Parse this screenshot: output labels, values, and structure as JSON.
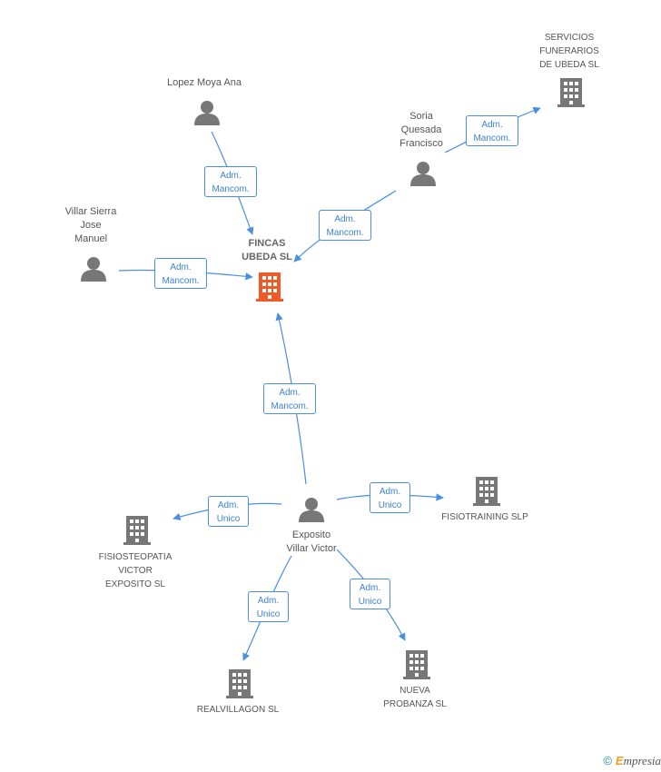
{
  "nodes": {
    "fincas": {
      "lines": [
        "FINCAS",
        "UBEDA SL"
      ]
    },
    "lopez": {
      "lines": [
        "Lopez Moya Ana"
      ]
    },
    "villar": {
      "lines": [
        "Villar Sierra",
        "Jose",
        "Manuel"
      ]
    },
    "soria": {
      "lines": [
        "Soria",
        "Quesada",
        "Francisco"
      ]
    },
    "servicios": {
      "lines": [
        "SERVICIOS",
        "FUNERARIOS",
        "DE UBEDA SL"
      ]
    },
    "exposito": {
      "lines": [
        "Exposito",
        "Villar Victor"
      ]
    },
    "fisiotraining": {
      "lines": [
        "FISIOTRAINING SLP"
      ]
    },
    "fisiosteopatia": {
      "lines": [
        "FISIOSTEOPATIA",
        "VICTOR",
        "EXPOSITO SL"
      ]
    },
    "realvillagon": {
      "lines": [
        "REALVILLAGON SL"
      ]
    },
    "nueva": {
      "lines": [
        "NUEVA",
        "PROBANZA SL"
      ]
    }
  },
  "edges": {
    "lopez_fincas": {
      "l1": "Adm.",
      "l2": "Mancom."
    },
    "villar_fincas": {
      "l1": "Adm.",
      "l2": "Mancom."
    },
    "soria_fincas": {
      "l1": "Adm.",
      "l2": "Mancom."
    },
    "soria_servicios": {
      "l1": "Adm.",
      "l2": "Mancom."
    },
    "exposito_fincas": {
      "l1": "Adm.",
      "l2": "Mancom."
    },
    "exposito_fisiotraining": {
      "l1": "Adm.",
      "l2": "Unico"
    },
    "exposito_fisiosteopatia": {
      "l1": "Adm.",
      "l2": "Unico"
    },
    "exposito_realvillagon": {
      "l1": "Adm.",
      "l2": "Unico"
    },
    "exposito_nueva": {
      "l1": "Adm.",
      "l2": "Unico"
    }
  },
  "colors": {
    "main_company": "#f05a28",
    "company": "#777777",
    "person": "#777777",
    "edge": "#4a8fe2"
  },
  "footer": {
    "copyright": "©",
    "brand_e": "E",
    "brand_rest": "mpresia"
  }
}
